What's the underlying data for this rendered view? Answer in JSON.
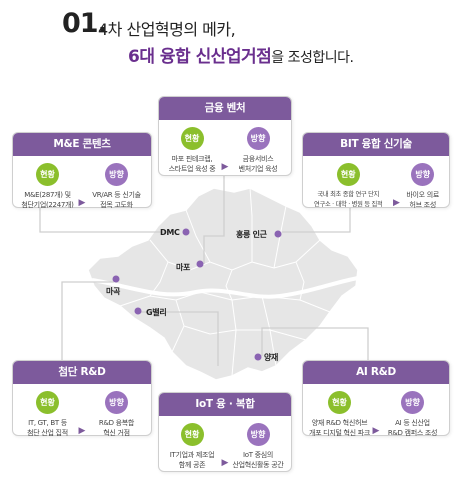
{
  "title": {
    "number": "01.",
    "line1": "4차 산업혁명의 메카,",
    "line2_highlight": "6대 융합 신산업거점",
    "line2_rest": "을 조성합니다."
  },
  "labels": {
    "current": "현황",
    "direction": "방향",
    "arrow": "▶"
  },
  "cards": {
    "finance": {
      "title": "금융 벤처",
      "current": [
        "마포 핀테크랩,",
        "스타트업 육성 중"
      ],
      "direction": [
        "금융서비스",
        "벤처기업 육성"
      ]
    },
    "me": {
      "title": "M&E 콘텐츠",
      "current": [
        "M&E(287개) 및",
        "첨단기업(2247개)"
      ],
      "direction": [
        "VR/AR 등 신기술",
        "접목 고도화"
      ]
    },
    "bit": {
      "title": "BIT 융합 신기술",
      "current": [
        "국내 최초 종합 연구 단지",
        "연구소 · 대학 · 병원 등 집적"
      ],
      "direction": [
        "바이오 의료",
        "허브 조성"
      ]
    },
    "advanced": {
      "title": "첨단 R&D",
      "current": [
        "IT, GT, BT 등",
        "첨단 산업 집적"
      ],
      "direction": [
        "R&D 융복합",
        "혁신 거점"
      ]
    },
    "iot": {
      "title": "IoT 융 · 복합",
      "current": [
        "IT기업과 제조업",
        "함께 공존"
      ],
      "direction": [
        "IoT 중심의",
        "산업혁신활동 공간"
      ]
    },
    "ai": {
      "title": "AI R&D",
      "current": [
        "양재 R&D 혁신허브",
        "개포 디지털 혁신 파크"
      ],
      "direction": [
        "AI 등 신산업",
        "R&D 캠퍼스 조성"
      ]
    }
  },
  "locations": {
    "dmc": "DMC",
    "hongneung": "홍릉 인근",
    "mapo": "마포",
    "magok": "마곡",
    "gvalley": "G밸리",
    "yangjae": "양재"
  },
  "colors": {
    "accent": "#6a2f8e",
    "header": "#7d5a9c",
    "current_badge": "#8bbf2c",
    "direction_badge": "#9a73bd",
    "map_fill": "#e6e6e6",
    "dot": "#8a63b2"
  }
}
